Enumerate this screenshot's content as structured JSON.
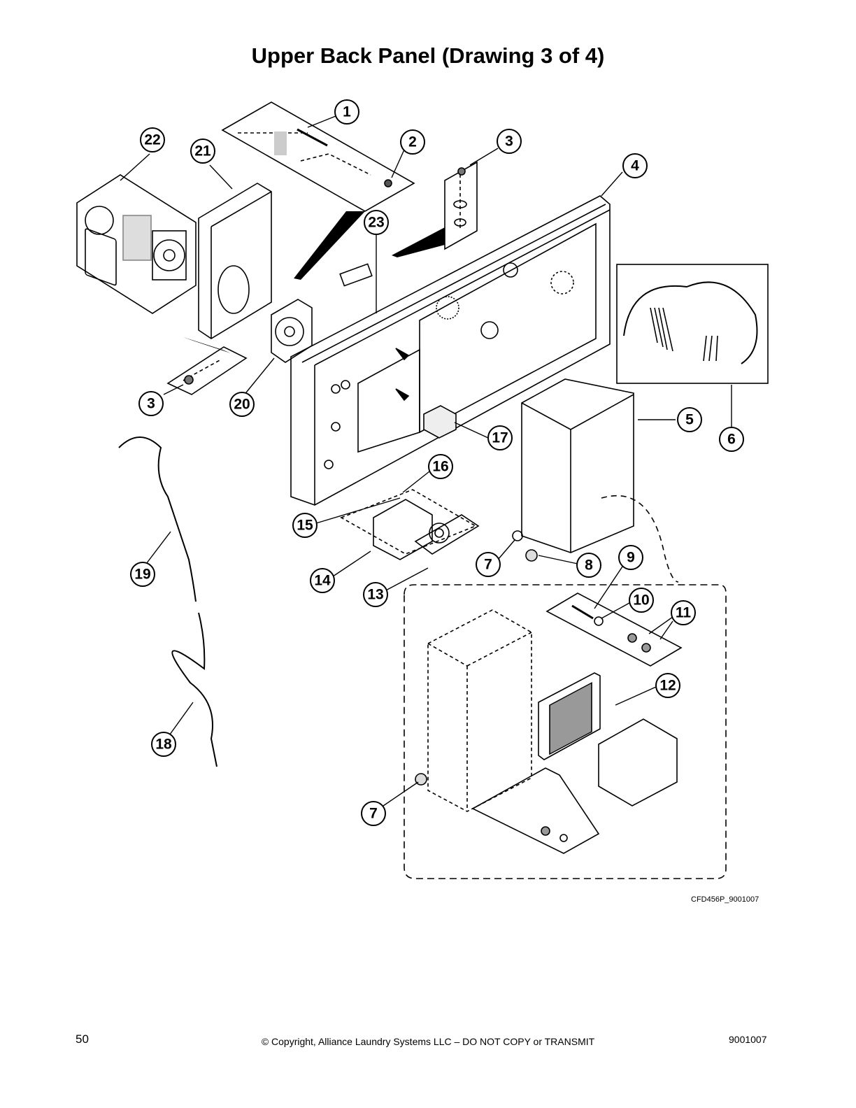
{
  "page": {
    "title": "Upper Back Panel (Drawing 3 of 4)",
    "drawing_id": "CFD456P_9001007",
    "page_number": "50",
    "copyright": "© Copyright, Alliance Laundry Systems LLC – DO NOT COPY or TRANSMIT",
    "document_number": "9001007"
  },
  "callouts": [
    {
      "id": "c1",
      "label": "1"
    },
    {
      "id": "c2",
      "label": "2"
    },
    {
      "id": "c3a",
      "label": "3"
    },
    {
      "id": "c3b",
      "label": "3"
    },
    {
      "id": "c4",
      "label": "4"
    },
    {
      "id": "c5",
      "label": "5"
    },
    {
      "id": "c6",
      "label": "6"
    },
    {
      "id": "c7a",
      "label": "7"
    },
    {
      "id": "c7b",
      "label": "7"
    },
    {
      "id": "c8",
      "label": "8"
    },
    {
      "id": "c9",
      "label": "9"
    },
    {
      "id": "c10",
      "label": "10"
    },
    {
      "id": "c11",
      "label": "11"
    },
    {
      "id": "c12",
      "label": "12"
    },
    {
      "id": "c13",
      "label": "13"
    },
    {
      "id": "c14",
      "label": "14"
    },
    {
      "id": "c15",
      "label": "15"
    },
    {
      "id": "c16",
      "label": "16"
    },
    {
      "id": "c17",
      "label": "17"
    },
    {
      "id": "c18",
      "label": "18"
    },
    {
      "id": "c19",
      "label": "19"
    },
    {
      "id": "c20",
      "label": "20"
    },
    {
      "id": "c21",
      "label": "21"
    },
    {
      "id": "c22",
      "label": "22"
    },
    {
      "id": "c23",
      "label": "23"
    }
  ]
}
